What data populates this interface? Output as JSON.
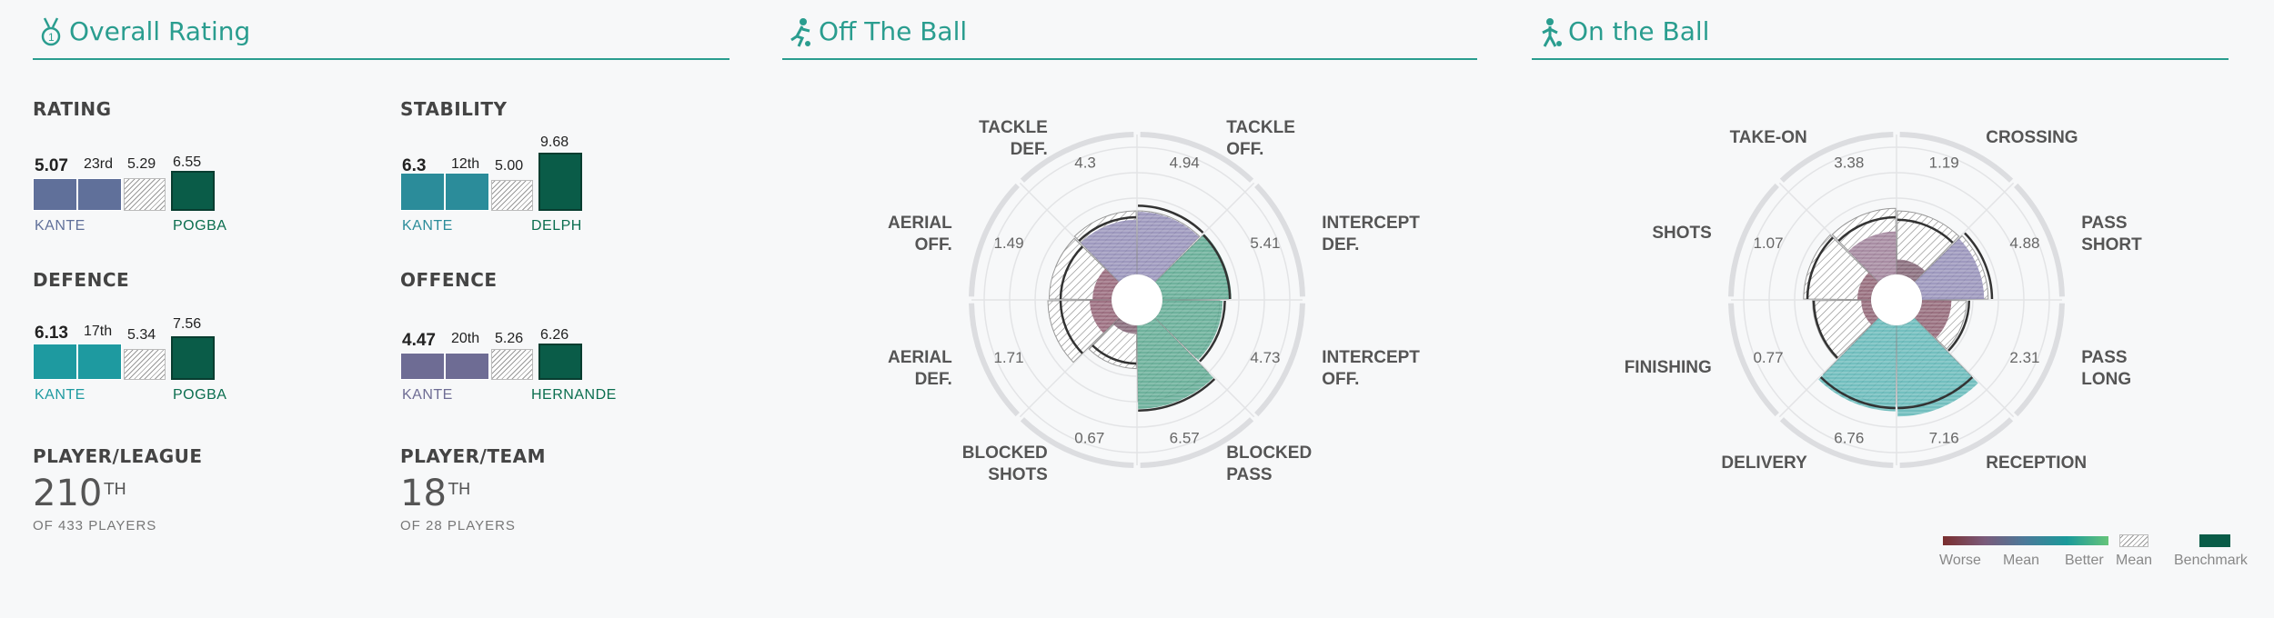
{
  "sections": {
    "overall": {
      "title": "Overall Rating"
    },
    "off_ball": {
      "title": "Off The Ball"
    },
    "on_ball": {
      "title": "On the Ball"
    }
  },
  "metrics": {
    "rating": {
      "label": "RATING",
      "value": "5.07",
      "rank": "23rd",
      "mean": "5.29",
      "benchmark": "6.55",
      "player": "KANTE",
      "benchmark_player": "POGBA",
      "color": "#60709a"
    },
    "stability": {
      "label": "STABILITY",
      "value": "6.3",
      "rank": "12th",
      "mean": "5.00",
      "benchmark": "9.68",
      "player": "KANTE",
      "benchmark_player": "DELPH",
      "color": "#2b8c9a"
    },
    "defence": {
      "label": "DEFENCE",
      "value": "6.13",
      "rank": "17th",
      "mean": "5.34",
      "benchmark": "7.56",
      "player": "KANTE",
      "benchmark_player": "POGBA",
      "color": "#1e9aa0"
    },
    "offence": {
      "label": "OFFENCE",
      "value": "4.47",
      "rank": "20th",
      "mean": "5.26",
      "benchmark": "6.26",
      "player": "KANTE",
      "benchmark_player": "HERNANDE",
      "color": "#6e6c94"
    }
  },
  "ranks": {
    "league": {
      "label": "PLAYER/LEAGUE",
      "value": "210",
      "suffix": "TH",
      "sub": "OF 433 PLAYERS"
    },
    "team": {
      "label": "PLAYER/TEAM",
      "value": "18",
      "suffix": "TH",
      "sub": "OF 28 PLAYERS"
    }
  },
  "chart_data": [
    {
      "type": "polar-bar",
      "title": "Off The Ball",
      "categories": [
        "TACKLE OFF.",
        "INTERCEPT DEF.",
        "INTERCEPT OFF.",
        "BLOCKED PASS",
        "BLOCKED SHOTS",
        "AERIAL DEF.",
        "AERIAL OFF.",
        "TACKLE DEF."
      ],
      "label_lines": [
        [
          "TACKLE",
          "OFF."
        ],
        [
          "INTERCEPT",
          "DEF."
        ],
        [
          "INTERCEPT",
          "OFF."
        ],
        [
          "BLOCKED",
          "PASS"
        ],
        [
          "BLOCKED",
          "SHOTS"
        ],
        [
          "AERIAL",
          "DEF."
        ],
        [
          "AERIAL",
          "OFF."
        ],
        [
          "TACKLE",
          "DEF."
        ]
      ],
      "values": [
        4.94,
        5.41,
        4.73,
        6.57,
        0.67,
        1.71,
        1.49,
        4.3
      ],
      "value_labels": [
        "4.94",
        "5.41",
        "4.73",
        "6.57",
        "0.67",
        "1.71",
        "1.49",
        "4.3"
      ],
      "mean": [
        5.0,
        5.2,
        4.5,
        6.0,
        3.4,
        5.0,
        4.9,
        5.0
      ],
      "benchmark": [
        5.4,
        5.3,
        4.9,
        6.7,
        3.0,
        4.0,
        4.0,
        4.5
      ],
      "colors": [
        "#8e88b4",
        "#56a58c",
        "#56a58c",
        "#56a58c",
        "#7a5a6c",
        "#8e5a6e",
        "#8e5a6e",
        "#8e88b4"
      ],
      "ylim": [
        0,
        10
      ]
    },
    {
      "type": "polar-bar",
      "title": "On the Ball",
      "categories": [
        "CROSSING",
        "PASS SHORT",
        "PASS LONG",
        "RECEPTION",
        "DELIVERY",
        "FINISHING",
        "SHOTS",
        "TAKE-ON"
      ],
      "label_lines": [
        [
          "CROSSING"
        ],
        [
          "PASS",
          "SHORT"
        ],
        [
          "PASS",
          "LONG"
        ],
        [
          "RECEPTION"
        ],
        [
          "DELIVERY"
        ],
        [
          "FINISHING"
        ],
        [
          "SHOTS"
        ],
        [
          "TAKE-ON"
        ]
      ],
      "values": [
        1.19,
        4.88,
        2.31,
        7.16,
        6.76,
        0.77,
        1.07,
        3.38
      ],
      "value_labels": [
        "1.19",
        "4.88",
        "2.31",
        "7.16",
        "6.76",
        "0.77",
        "1.07",
        "3.38"
      ],
      "mean": [
        5.0,
        5.2,
        3.5,
        6.4,
        6.2,
        4.6,
        5.3,
        5.2
      ],
      "benchmark": [
        4.3,
        5.5,
        3.7,
        6.5,
        6.5,
        4.5,
        5.0,
        4.5
      ],
      "colors": [
        "#7a5a6c",
        "#8e88b4",
        "#8a5a6c",
        "#5ab4b4",
        "#5ab4b4",
        "#8a5a6c",
        "#8a5a6c",
        "#9a7a94"
      ],
      "ylim": [
        0,
        10
      ]
    }
  ],
  "legend": {
    "worse": "Worse",
    "mean_grad": "Mean",
    "better": "Better",
    "mean": "Mean",
    "benchmark": "Benchmark",
    "gradient": [
      "#7a2e2e",
      "#7a5a7a",
      "#4a7a9a",
      "#1a9a9a",
      "#66c47a"
    ],
    "benchmark_color": "#0a5c48"
  }
}
